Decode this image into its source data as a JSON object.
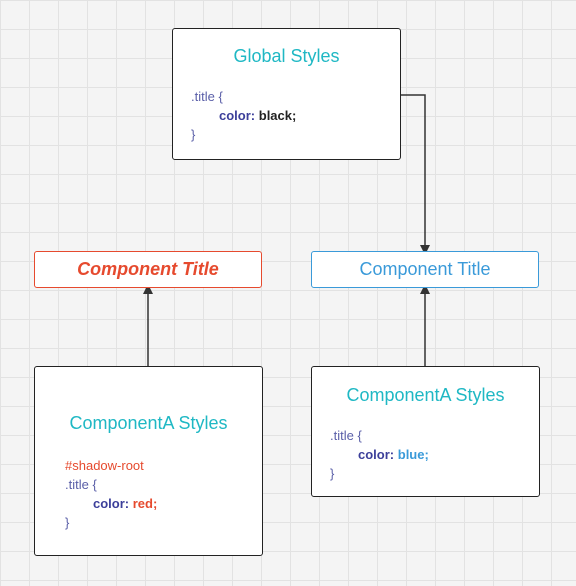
{
  "global_styles": {
    "title": "Global Styles",
    "selector": ".title {",
    "property": "color:",
    "value": "black;",
    "close": "}",
    "value_color": "#222222"
  },
  "component_left": {
    "label": "Component Title",
    "color": "#e64a2e"
  },
  "component_right": {
    "label": "Component Title",
    "color": "#3a9ad9"
  },
  "styles_left": {
    "title": "ComponentA Styles",
    "shadow_root": "#shadow-root",
    "selector": ".title {",
    "property": "color:",
    "value": "red;",
    "close": "}",
    "value_color": "#e64a2e"
  },
  "styles_right": {
    "title": "ComponentA Styles",
    "selector": ".title {",
    "property": "color:",
    "value": "blue;",
    "close": "}",
    "value_color": "#3a9ad9"
  }
}
